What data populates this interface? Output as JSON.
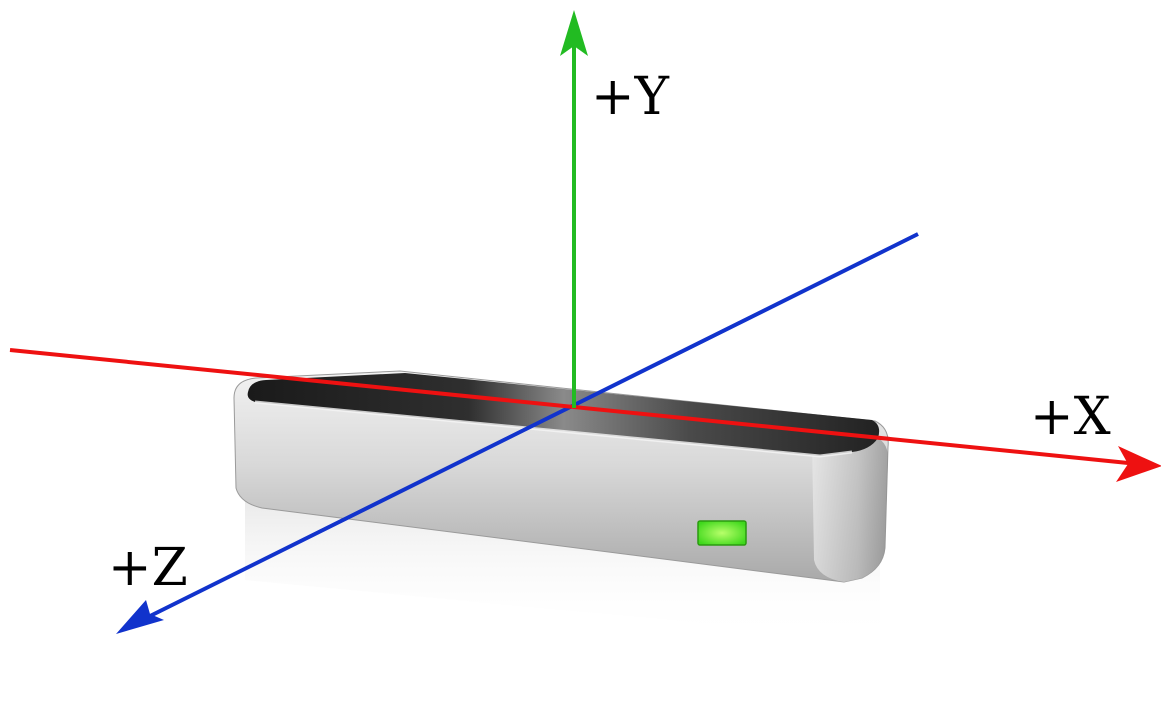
{
  "axes": {
    "y": {
      "label": "+Y",
      "color": "#22bb22"
    },
    "x": {
      "label": "+X",
      "color": "#ee1111"
    },
    "z": {
      "label": "+Z",
      "color": "#1133cc"
    }
  },
  "device": {
    "body_color": "#d9d9d9",
    "top_color": "#2b2b2b",
    "led_color": "#4dff2a"
  }
}
